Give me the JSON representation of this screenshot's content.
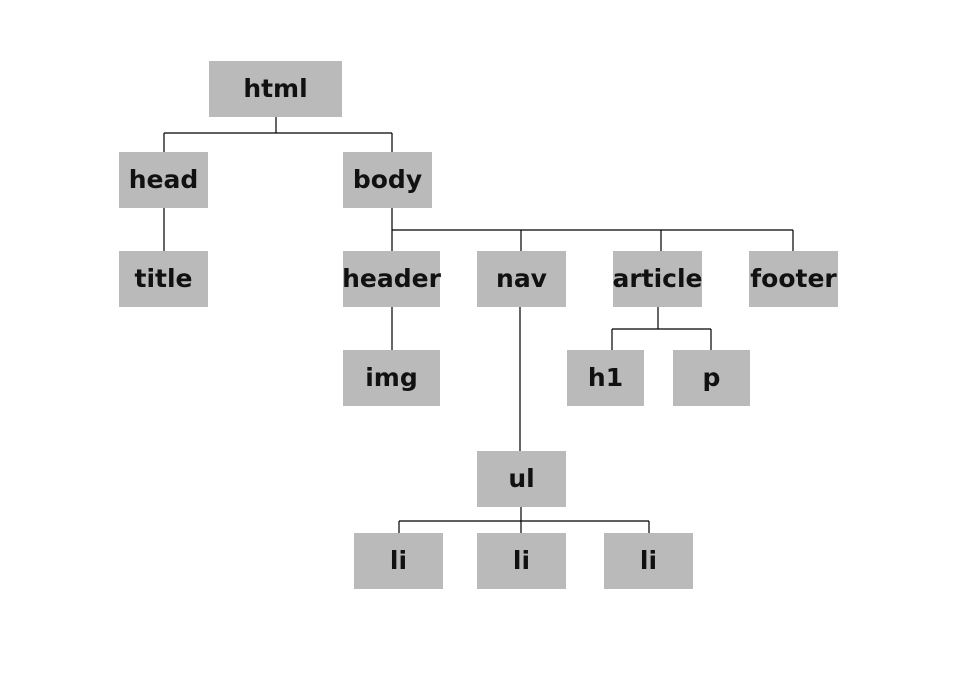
{
  "diagram": {
    "type": "tree",
    "colors": {
      "node_fill": "#bababa",
      "text": "#111111",
      "line": "#000000",
      "background": "#ffffff"
    },
    "nodes": [
      {
        "id": "html",
        "label": "html",
        "parent": null
      },
      {
        "id": "head",
        "label": "head",
        "parent": "html"
      },
      {
        "id": "body",
        "label": "body",
        "parent": "html"
      },
      {
        "id": "title",
        "label": "title",
        "parent": "head"
      },
      {
        "id": "header",
        "label": "header",
        "parent": "body"
      },
      {
        "id": "nav",
        "label": "nav",
        "parent": "body"
      },
      {
        "id": "article",
        "label": "article",
        "parent": "body"
      },
      {
        "id": "footer",
        "label": "footer",
        "parent": "body"
      },
      {
        "id": "img",
        "label": "img",
        "parent": "header"
      },
      {
        "id": "h1",
        "label": "h1",
        "parent": "article"
      },
      {
        "id": "p",
        "label": "p",
        "parent": "article"
      },
      {
        "id": "ul",
        "label": "ul",
        "parent": "nav"
      },
      {
        "id": "li1",
        "label": "li",
        "parent": "ul"
      },
      {
        "id": "li2",
        "label": "li",
        "parent": "ul"
      },
      {
        "id": "li3",
        "label": "li",
        "parent": "ul"
      }
    ]
  }
}
